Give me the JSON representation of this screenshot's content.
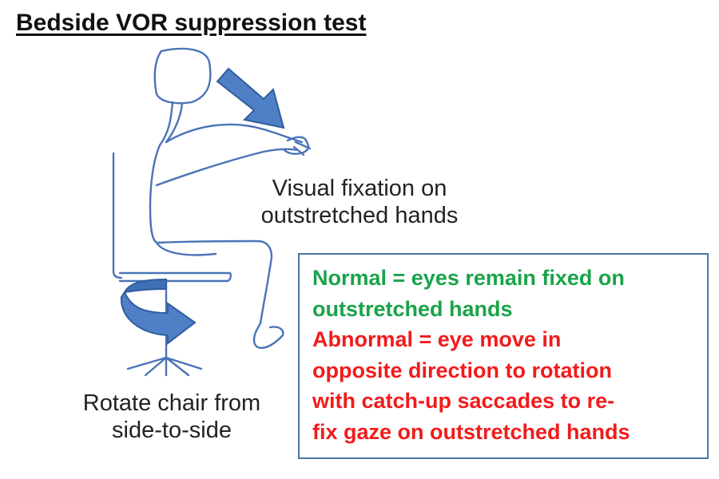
{
  "title": "Bedside VOR suppression test",
  "captions": {
    "visual_fixation": [
      "Visual fixation on",
      "outstretched hands"
    ],
    "rotate_chair": [
      "Rotate chair from",
      "side-to-side"
    ]
  },
  "results": {
    "normal_lines": [
      "Normal = eyes remain fixed on",
      "outstretched hands"
    ],
    "abnormal_lines": [
      "Abnormal = eye move in",
      "opposite direction to rotation",
      "with catch-up saccades to re-",
      "fix gaze on outstretched hands"
    ]
  },
  "colors": {
    "sketch": "#4a73b8",
    "arrow": "#4f7fc4",
    "normal": "#1aa34a",
    "abnormal": "#f21b1b",
    "box_border": "#4a73a8"
  }
}
